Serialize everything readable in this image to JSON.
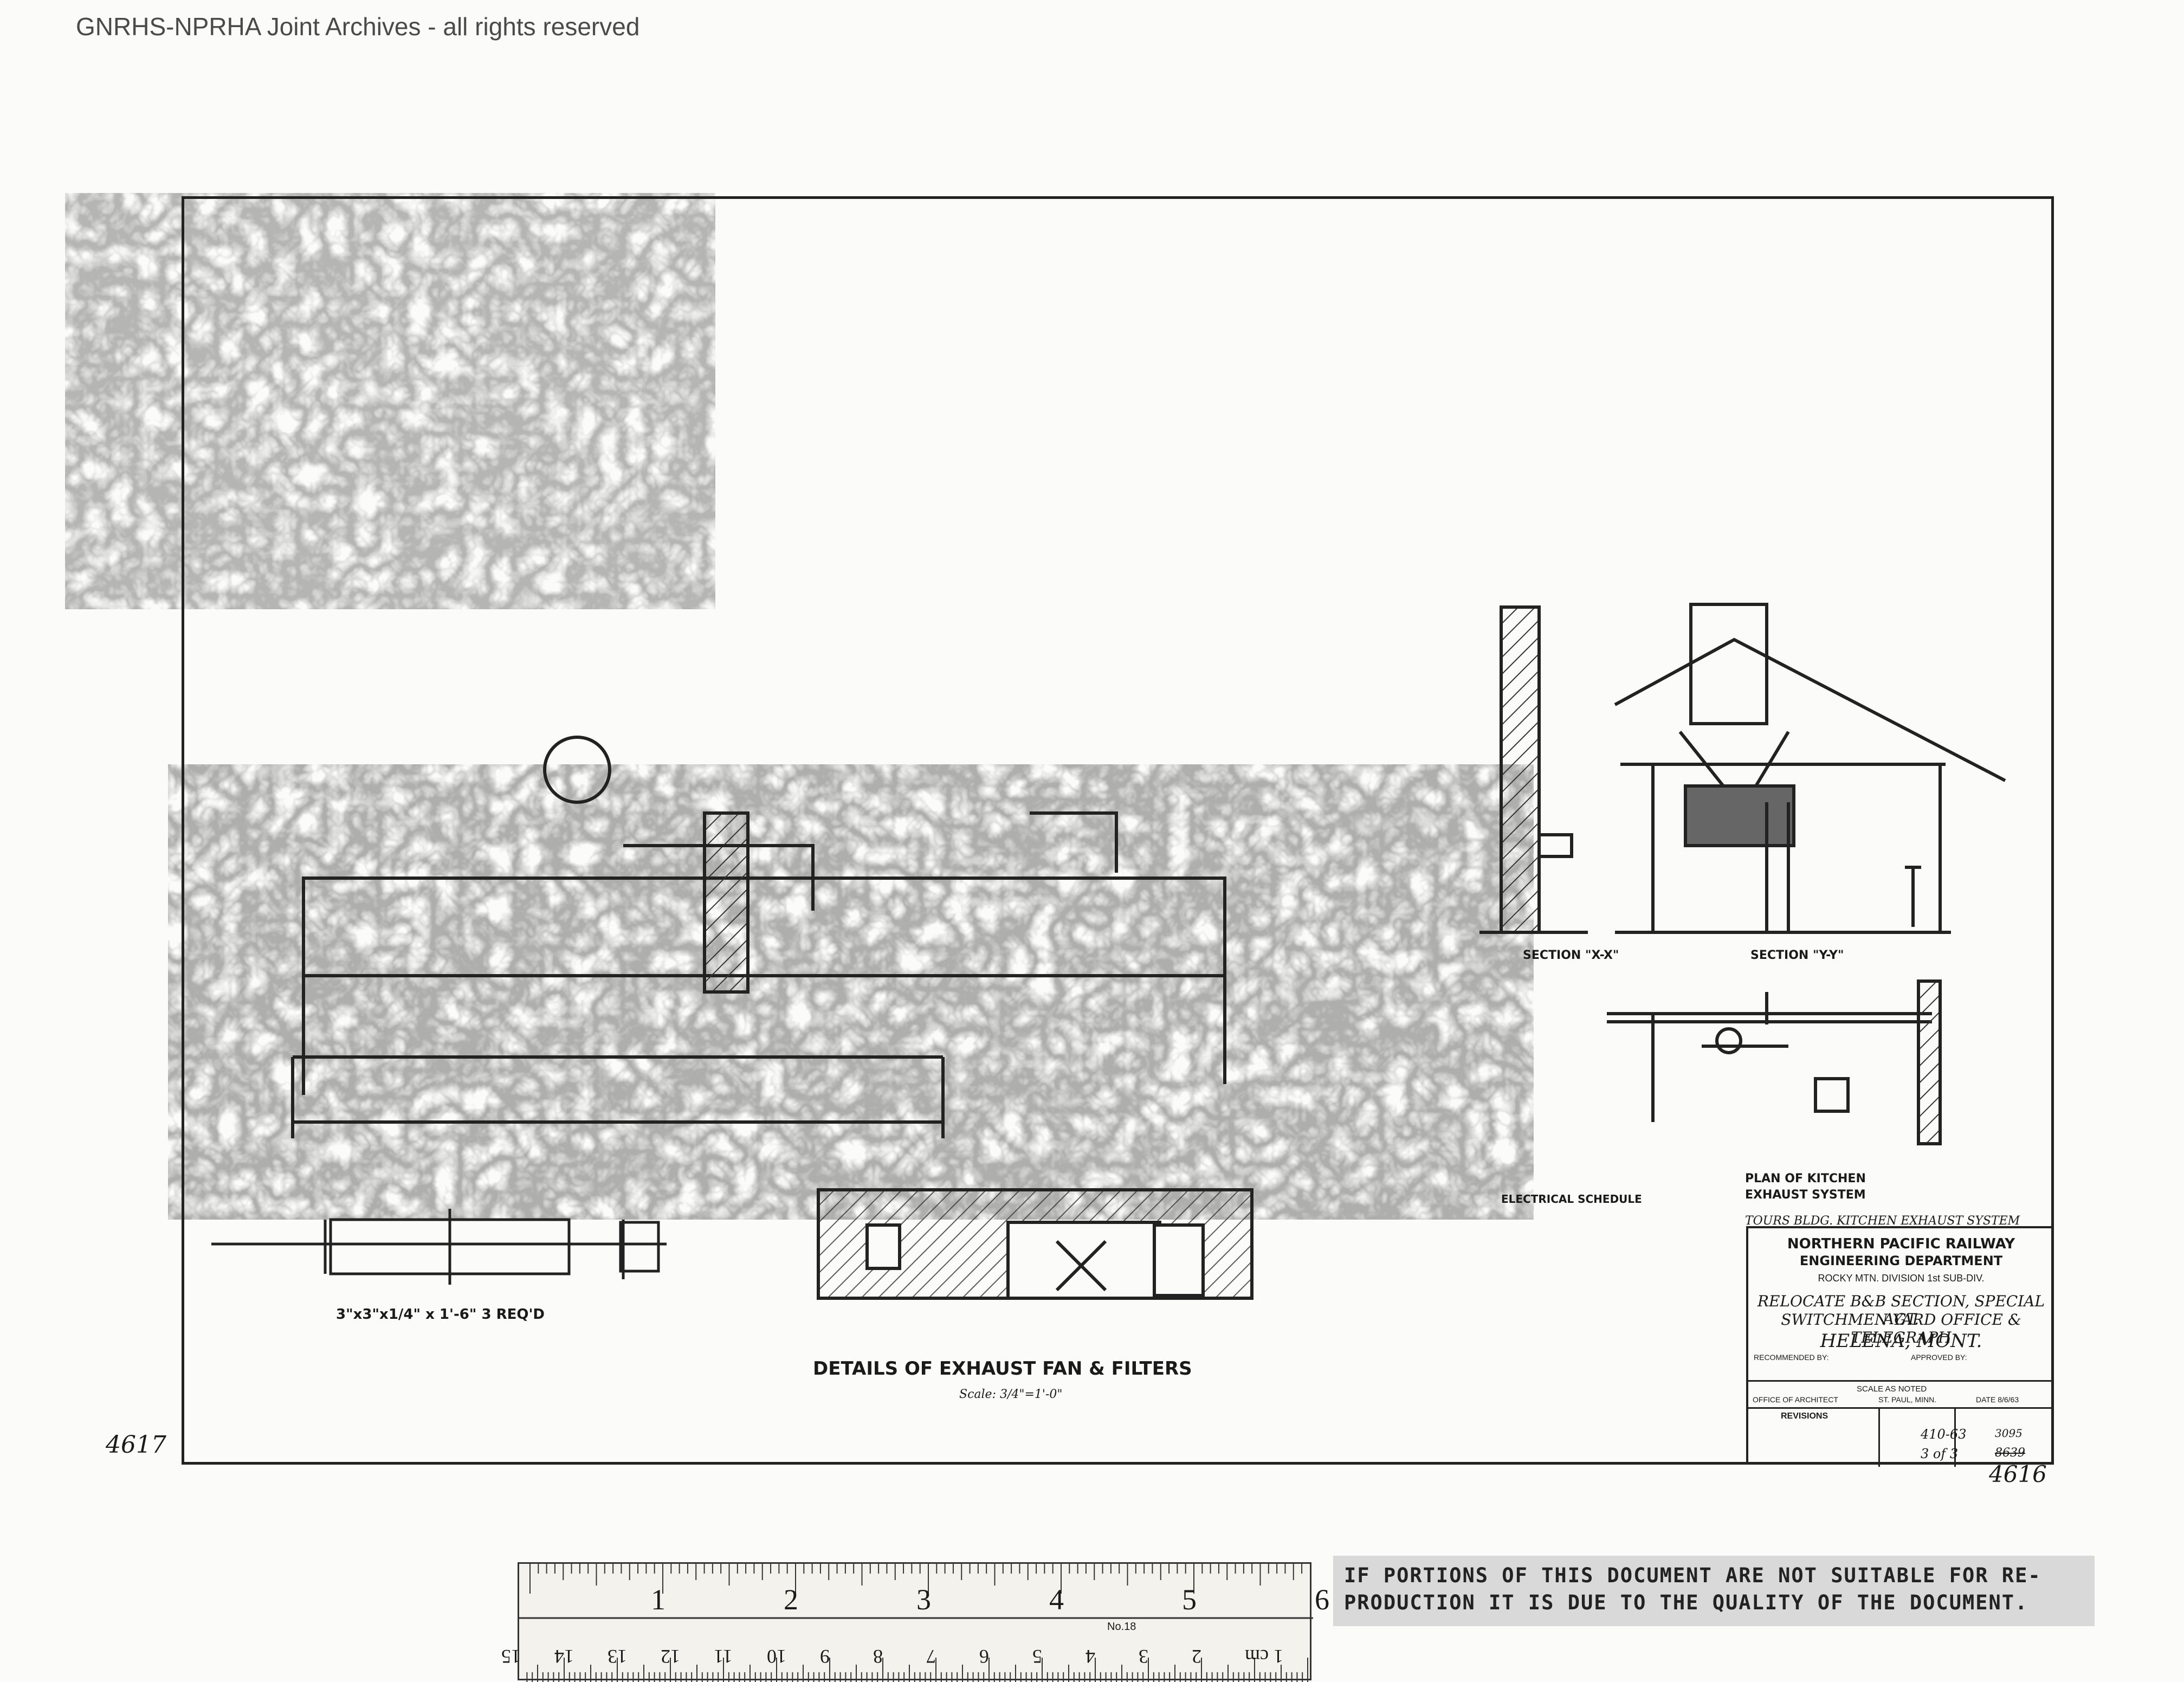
{
  "watermark": "GNRHS-NPRHA Joint Archives - all rights reserved",
  "drawing": {
    "details_title": "DETAILS OF EXHAUST FAN & FILTERS",
    "details_scale": "Scale: 3/4\"=1'-0\"",
    "section_x": "SECTION \"X-X\"",
    "section_y": "SECTION \"Y-Y\"",
    "plan_title": "PLAN OF KITCHEN EXHAUST SYSTEM",
    "electrical": "ELECTRICAL SCHEDULE",
    "angle_note": "3\"x3\"x1/4\" x 1'-6\" 3 REQ'D",
    "side_note": "TOURS BLDG. KITCHEN EXHAUST SYSTEM",
    "margin_number": "4617",
    "corner_number": "4616"
  },
  "title_block": {
    "company": "NORTHERN PACIFIC RAILWAY",
    "department": "ENGINEERING DEPARTMENT",
    "division": "ROCKY MTN. DIVISION 1st SUB-DIV.",
    "title_line1": "RELOCATE B&B SECTION, SPECIAL AGT.",
    "title_line2": "SWITCHMEN YARD OFFICE & TELEGRAPH",
    "location": "HELENA, MONT.",
    "recommended": "RECOMMENDED BY:",
    "approved": "APPROVED BY:",
    "scale": "SCALE AS NOTED",
    "office": "OFFICE OF ARCHITECT",
    "city": "ST. PAUL, MINN.",
    "date": "DATE 8/6/63",
    "revisions": "REVISIONS",
    "afe_no": "410-63",
    "job_no": "3095",
    "sheet": "3 of 3",
    "file_no": "8639"
  },
  "ruler": {
    "inches": [
      "1",
      "2",
      "3",
      "4",
      "5",
      "6"
    ],
    "cm": [
      "1 cm",
      "2",
      "3",
      "4",
      "5",
      "6",
      "7",
      "8",
      "9",
      "10",
      "11",
      "12",
      "13",
      "14",
      "15"
    ],
    "model": "No.18"
  },
  "stamp": {
    "line1": "IF PORTIONS OF THIS DOCUMENT ARE NOT SUITABLE FOR RE-",
    "line2": "PRODUCTION IT IS DUE TO THE QUALITY OF THE DOCUMENT."
  }
}
